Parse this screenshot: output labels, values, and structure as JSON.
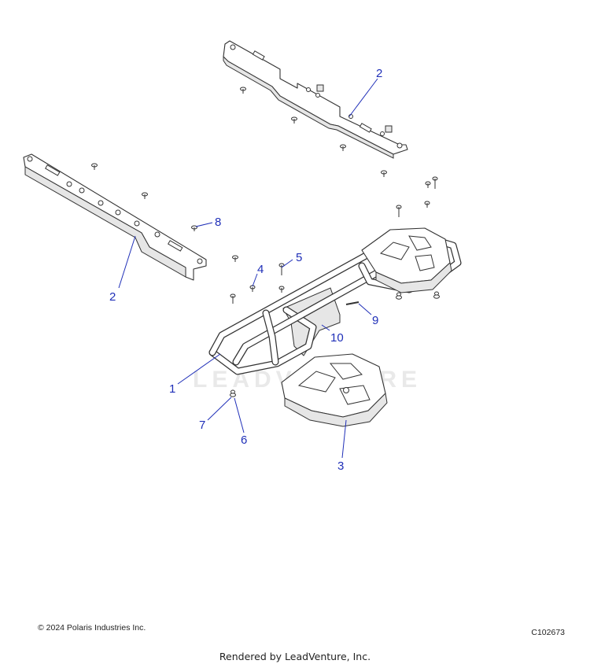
{
  "watermark": "LEADVENTURE",
  "callouts": [
    {
      "id": "c2a",
      "label": "2"
    },
    {
      "id": "c2b",
      "label": "2"
    },
    {
      "id": "c8",
      "label": "8"
    },
    {
      "id": "c5",
      "label": "5"
    },
    {
      "id": "c4",
      "label": "4"
    },
    {
      "id": "c9",
      "label": "9"
    },
    {
      "id": "c10",
      "label": "10"
    },
    {
      "id": "c1",
      "label": "1"
    },
    {
      "id": "c7",
      "label": "7"
    },
    {
      "id": "c6",
      "label": "6"
    },
    {
      "id": "c3",
      "label": "3"
    }
  ],
  "footer": {
    "copyright": "© 2024 Polaris Industries Inc.",
    "diagram_code": "C102673",
    "rendered_by": "Rendered by LeadVenture, Inc."
  }
}
